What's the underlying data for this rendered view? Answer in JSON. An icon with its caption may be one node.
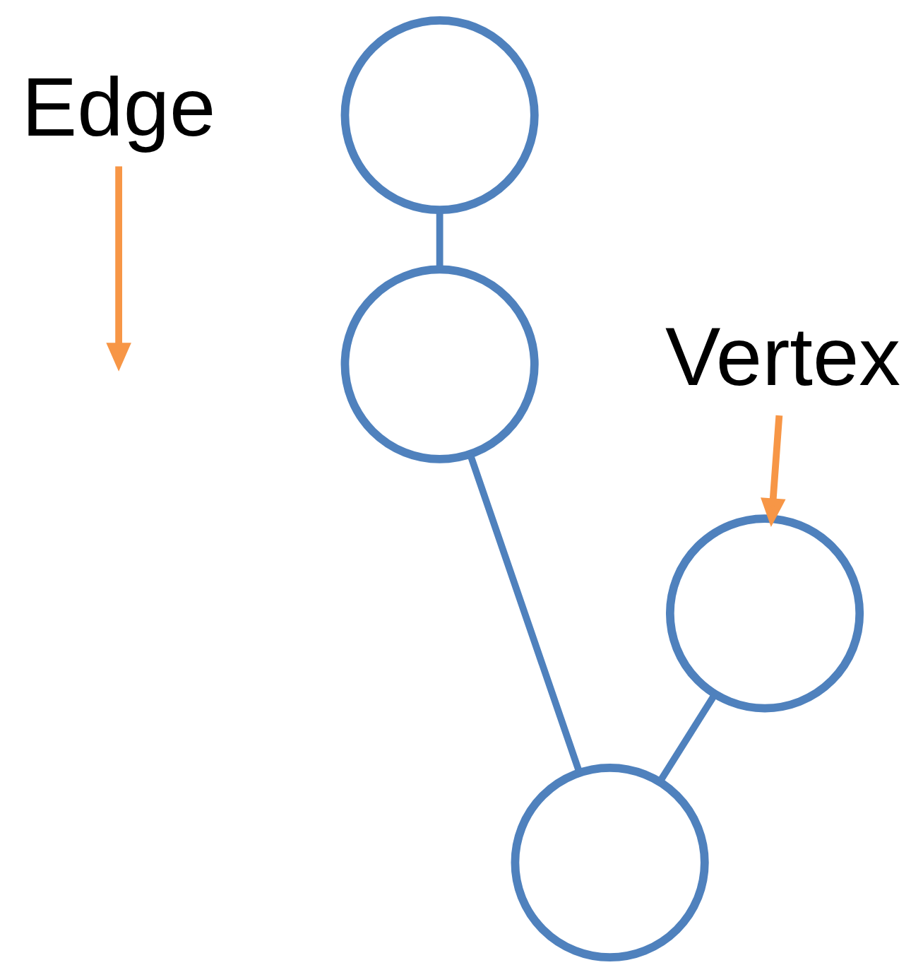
{
  "diagram": {
    "nodes": [
      {
        "text": [
          "Edge"
        ]
      },
      {
        "text": [],
        "shape": "circle"
      },
      {
        "text": [
          "Vertex"
        ]
      },
      {
        "text": [],
        "shape": "circle"
      },
      {
        "text": [],
        "shape": "circle"
      },
      {
        "text": [],
        "shape": "circle"
      }
    ],
    "edges": [
      {
        "from": 1,
        "to": 3,
        "arrow": "none"
      },
      {
        "from": 4,
        "to": 5,
        "arrow": "none"
      },
      {
        "from": 3,
        "to": 5,
        "arrow": "none"
      },
      {
        "from": 0,
        "to": null,
        "arrow": "to",
        "color": "#f79646"
      },
      {
        "from": 2,
        "to": 4,
        "arrow": "to",
        "color": "#f79646"
      }
    ]
  }
}
